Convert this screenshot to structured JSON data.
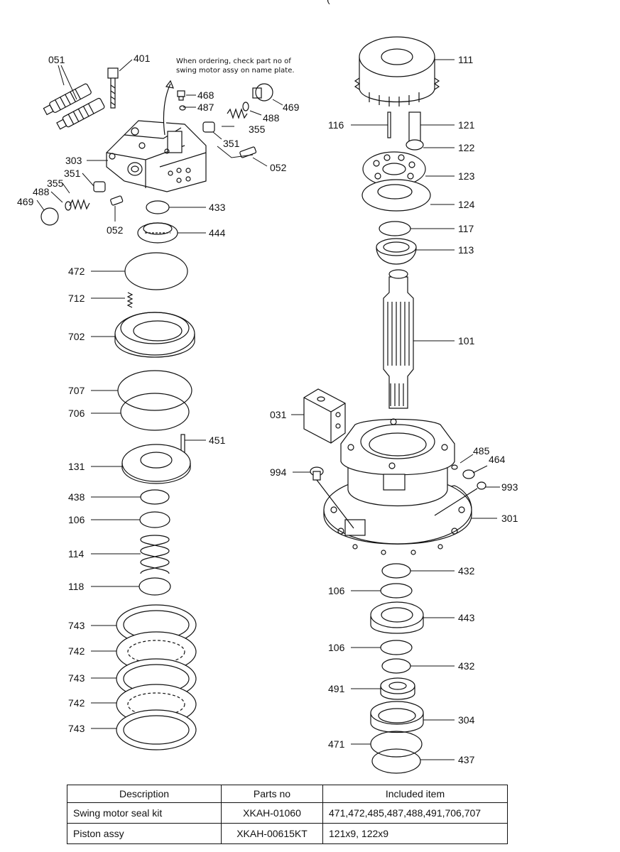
{
  "note": {
    "line1": "When ordering, check part no of",
    "line2": "swing motor assy on name plate."
  },
  "labels": {
    "l051": "051",
    "l401": "401",
    "l468": "468",
    "l487": "487",
    "l469a": "469",
    "l488a": "488",
    "l355a": "355",
    "l351a": "351",
    "l052a": "052",
    "l303": "303",
    "l351b": "351",
    "l355b": "355",
    "l488b": "488",
    "l469b": "469",
    "l052b": "052",
    "l433": "433",
    "l444": "444",
    "l472": "472",
    "l712": "712",
    "l702": "702",
    "l707": "707",
    "l706": "706",
    "l451": "451",
    "l131": "131",
    "l438": "438",
    "l106a": "106",
    "l114": "114",
    "l118": "118",
    "l743a": "743",
    "l742a": "742",
    "l743b": "743",
    "l742b": "742",
    "l743c": "743",
    "l111": "111",
    "l116": "116",
    "l121": "121",
    "l122": "122",
    "l123": "123",
    "l124": "124",
    "l117": "117",
    "l113": "113",
    "l101": "101",
    "l031": "031",
    "l485": "485",
    "l464": "464",
    "l994": "994",
    "l993": "993",
    "l301": "301",
    "l432a": "432",
    "l106b": "106",
    "l443": "443",
    "l106c": "106",
    "l432b": "432",
    "l491": "491",
    "l304": "304",
    "l471": "471",
    "l437": "437"
  },
  "table": {
    "headers": [
      "Description",
      "Parts no",
      "Included item"
    ],
    "rows": [
      {
        "description": "Swing motor seal kit",
        "parts_no": "XKAH-01060",
        "included": "471,472,485,487,488,491,706,707"
      },
      {
        "description": "Piston assy",
        "parts_no": "XKAH-00615KT",
        "included": "121x9, 122x9"
      }
    ]
  }
}
